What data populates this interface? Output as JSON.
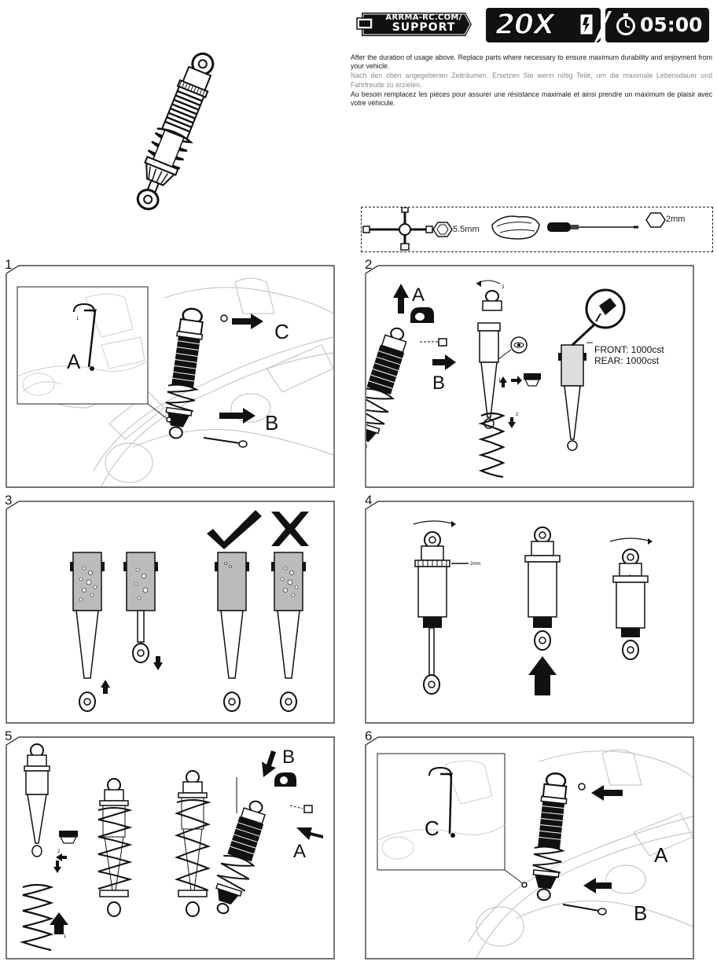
{
  "header": {
    "support_line1": "ARRMA-RC.COM/",
    "support_line2": "SUPPORT",
    "model_code": "20X",
    "interval_time": "05:00"
  },
  "intro": {
    "en": "After the duration of usage above. Replace parts where necessary to ensure maximum durability and enjoyment from your vehicle.",
    "de": "Nach den oben angegebenen Zeiträumen. Ersetzen Sie wenn nötig Teile, um die maximale Lebensdauer und Fahrfreude zu erzielen.",
    "fr": "Au besoin remplacez les pièces pour assurer une résistance maximale et ainsi prendre un maximum de plaisir avec votre véhicule."
  },
  "tools": {
    "nut_size": "5.5mm",
    "hex_size": "2mm",
    "icons": [
      "cross-wrench-icon",
      "hex-nut-icon",
      "shop-rag-icon",
      "screwdriver-icon",
      "hex-key-icon"
    ]
  },
  "steps": [
    {
      "number": "1",
      "callouts": [
        "A",
        "B",
        "C"
      ],
      "marks": [
        "1"
      ]
    },
    {
      "number": "2",
      "callouts": [
        "A",
        "B"
      ],
      "marks": [
        "1",
        "2",
        "3"
      ],
      "oil_front": "FRONT: 1000cst",
      "oil_rear": "REAR: 1000cst"
    },
    {
      "number": "3"
    },
    {
      "number": "4",
      "hex_label": "2mm"
    },
    {
      "number": "5",
      "callouts": [
        "A",
        "B"
      ],
      "marks": [
        "1",
        "2"
      ]
    },
    {
      "number": "6",
      "callouts": [
        "A",
        "B",
        "C"
      ]
    }
  ]
}
